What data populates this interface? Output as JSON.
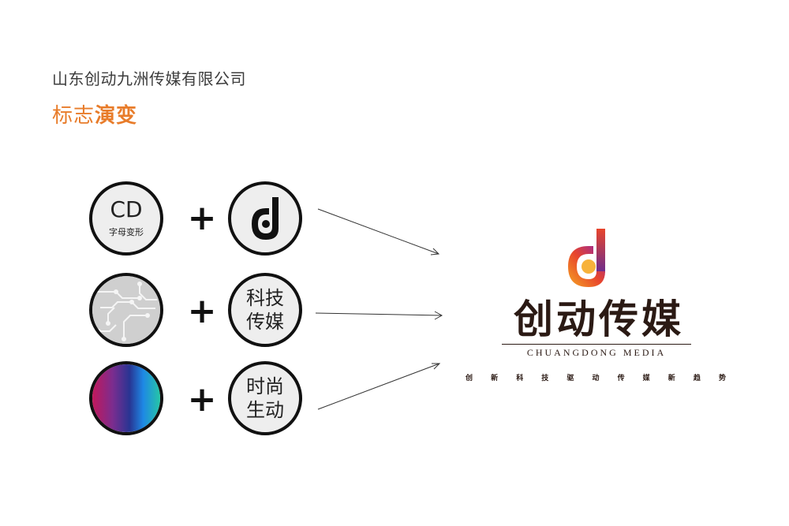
{
  "header": {
    "company": "山东创动九洲传媒有限公司",
    "title_part1": "标志",
    "title_part2": "演变"
  },
  "rows": [
    {
      "left": {
        "main": "CD",
        "sub": "字母变形"
      },
      "plus": "+",
      "right": {
        "icon": "cd-letter-logo-icon"
      }
    },
    {
      "left": {
        "icon": "circuit-board-icon"
      },
      "plus": "+",
      "right": {
        "line1": "科技",
        "line2": "传媒"
      }
    },
    {
      "left": {
        "icon": "color-gradient-icon"
      },
      "plus": "+",
      "right": {
        "line1": "时尚",
        "line2": "生动"
      }
    }
  ],
  "logo": {
    "mark_icon": "cd-gradient-logo-icon",
    "name_cn": "创动传媒",
    "name_en": "CHUANGDONG MEDIA",
    "slogan": [
      "创",
      "新",
      "科",
      "技",
      "驱",
      "动",
      "传",
      "媒",
      "新",
      "趋",
      "势"
    ]
  },
  "colors": {
    "accent": "#e87c2a",
    "text": "#3c3c3c",
    "brand_dark": "#2b1a14",
    "gradient": [
      "#f5a623",
      "#e8452c",
      "#c0267a",
      "#6b2d8f"
    ]
  }
}
